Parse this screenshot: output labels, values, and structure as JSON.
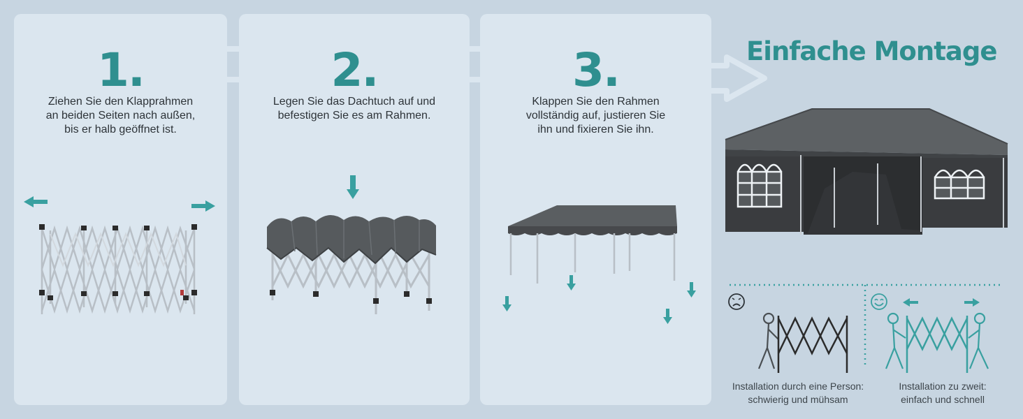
{
  "steps": [
    {
      "number": "1.",
      "text_lines": [
        "Ziehen Sie den Klapprahmen",
        "an beiden Seiten nach außen,",
        "bis er halb geöffnet ist."
      ]
    },
    {
      "number": "2.",
      "text_lines": [
        "Legen Sie das Dachtuch auf und",
        "befestigen Sie es am Rahmen."
      ]
    },
    {
      "number": "3.",
      "text_lines": [
        "Klappen Sie den Rahmen",
        "vollständig auf, justieren Sie",
        "ihn und fixieren Sie ihn."
      ]
    }
  ],
  "summary": {
    "title": "Einfache Montage",
    "one_person": {
      "icon": "sad-face-icon",
      "lines": [
        "Installation durch eine Person:",
        "schwierig und mühsam"
      ]
    },
    "two_persons": {
      "icon": "smiley-face-icon",
      "lines": [
        "Installation zu zweit:",
        "einfach und schnell"
      ]
    }
  },
  "colors": {
    "accent": "#2f8f8f",
    "panel": "#dbe6ef",
    "background": "#c7d5e1",
    "canopy": "#4b4e51"
  }
}
